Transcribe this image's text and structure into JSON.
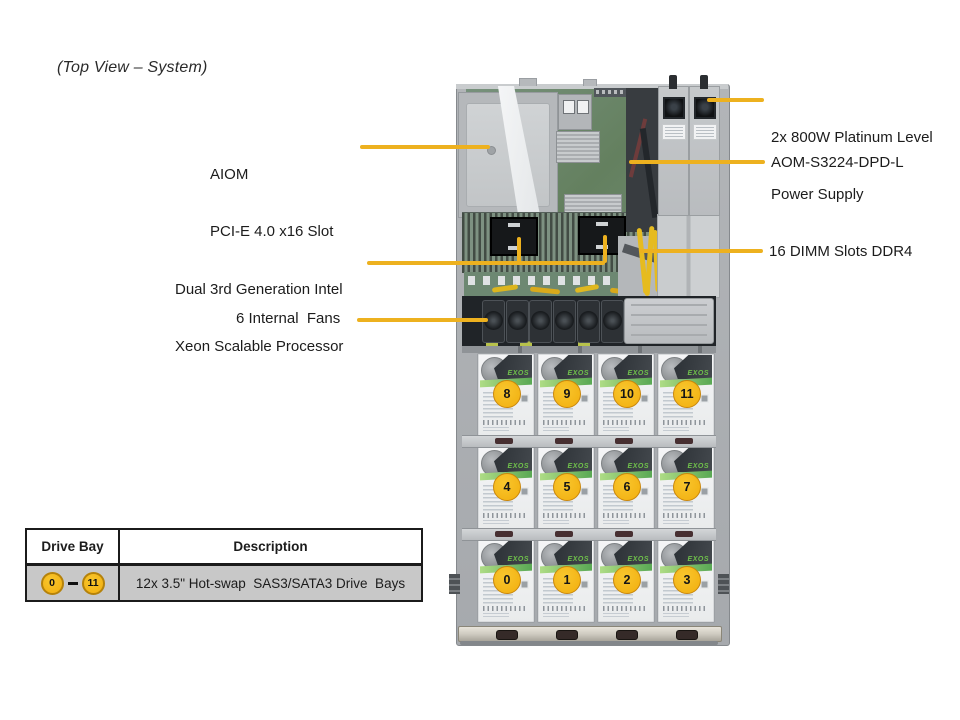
{
  "title": "(Top View – System)",
  "callouts": {
    "aiom": [
      "AIOM",
      "PCI-E 4.0 x16 Slot"
    ],
    "psu": [
      "2x 800W Platinum Level",
      "Power Supply"
    ],
    "aom": "AOM-S3224-DPD-L",
    "cpu": [
      "Dual 3rd Generation Intel",
      "Xeon Scalable Processor"
    ],
    "dimm": "16 DIMM Slots DDR4",
    "fans": "6 Internal  Fans"
  },
  "server": {
    "drive_rows": [
      [
        8,
        9,
        10,
        11
      ],
      [
        4,
        5,
        6,
        7
      ],
      [
        0,
        1,
        2,
        3
      ]
    ],
    "drive_brand": "EXOS",
    "fan_count": 6,
    "psu_count": 2
  },
  "table": {
    "headers": [
      "Drive Bay",
      "Description"
    ],
    "row": {
      "bay_start": "0",
      "bay_end": "11",
      "description": "12x 3.5\" Hot-swap  SAS3/SATA3 Drive  Bays"
    }
  },
  "colors": {
    "callout_line": "#EDB11F",
    "badge_fill": "#F2AE0E"
  }
}
